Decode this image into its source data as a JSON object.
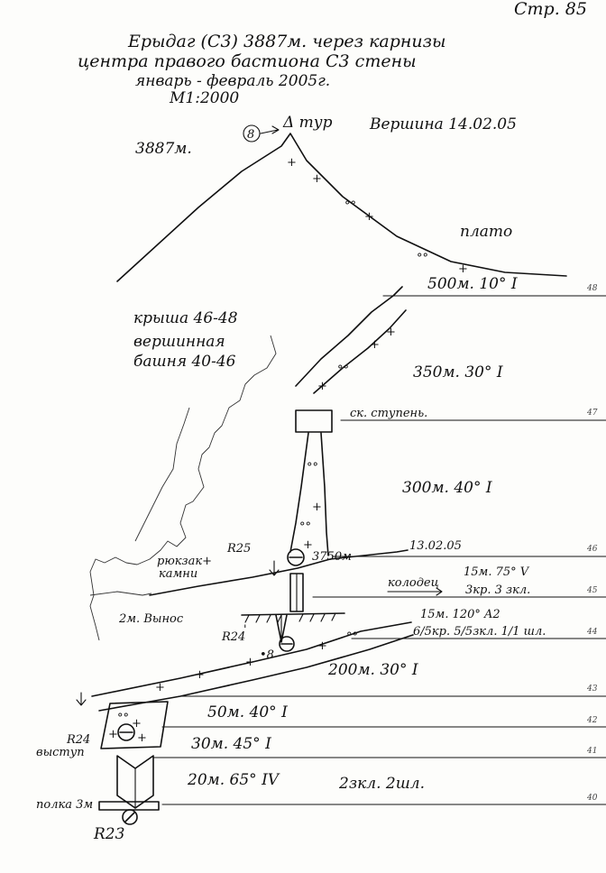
{
  "page_number": "Стр. 85",
  "header": {
    "line1": "Ерыдаг (С3) 3887м. через карнизы",
    "line2": "центра правого бастиона С3 стены",
    "line3": "январь - февраль 2005г.",
    "line4": "М1:2000"
  },
  "summit": {
    "marker": "8",
    "tur": "Δ тур",
    "summit_date": "Вершина 14.02.05",
    "height": "3887м.",
    "plateau": "плато"
  },
  "labels": {
    "roof": "крыша 46-48",
    "tower_line1": "вершинная",
    "tower_line2": "башня 40-46",
    "ledge_step": "ск. ступень.",
    "backpack_line1": "рюкзак+",
    "backpack_line2": "камни",
    "r25": "R25",
    "r25_height": "3750м",
    "bivouac_date": "13.02.05",
    "well": "колодец",
    "overhang": "2м. Вынос",
    "r24_prime": "R24",
    "r24_prime_tick": "'",
    "r24_line1": "R24",
    "r24_line2": "выступ",
    "shelf": "полка 3м",
    "r23": "R23"
  },
  "sections": [
    {
      "num": "48",
      "desc": "500м. 10° I"
    },
    {
      "num": "47",
      "desc": "350м. 30° I"
    },
    {
      "num": "46",
      "desc": "300м. 40° I"
    },
    {
      "num": "45",
      "desc_line1": "15м. 75° V",
      "desc_line2": "3кр. 3 зкл."
    },
    {
      "num": "44",
      "desc_line1": "15м. 120° A2",
      "desc_line2": "6/5кр. 5/5зкл. 1/1 шл."
    },
    {
      "num": "43",
      "desc": "200м. 30° I"
    },
    {
      "num": "42",
      "desc": "50м. 40° I"
    },
    {
      "num": "41",
      "desc": "30м. 45° I"
    },
    {
      "num": "40",
      "desc": "20м. 65° IV",
      "extra": "2зкл. 2шл."
    }
  ]
}
